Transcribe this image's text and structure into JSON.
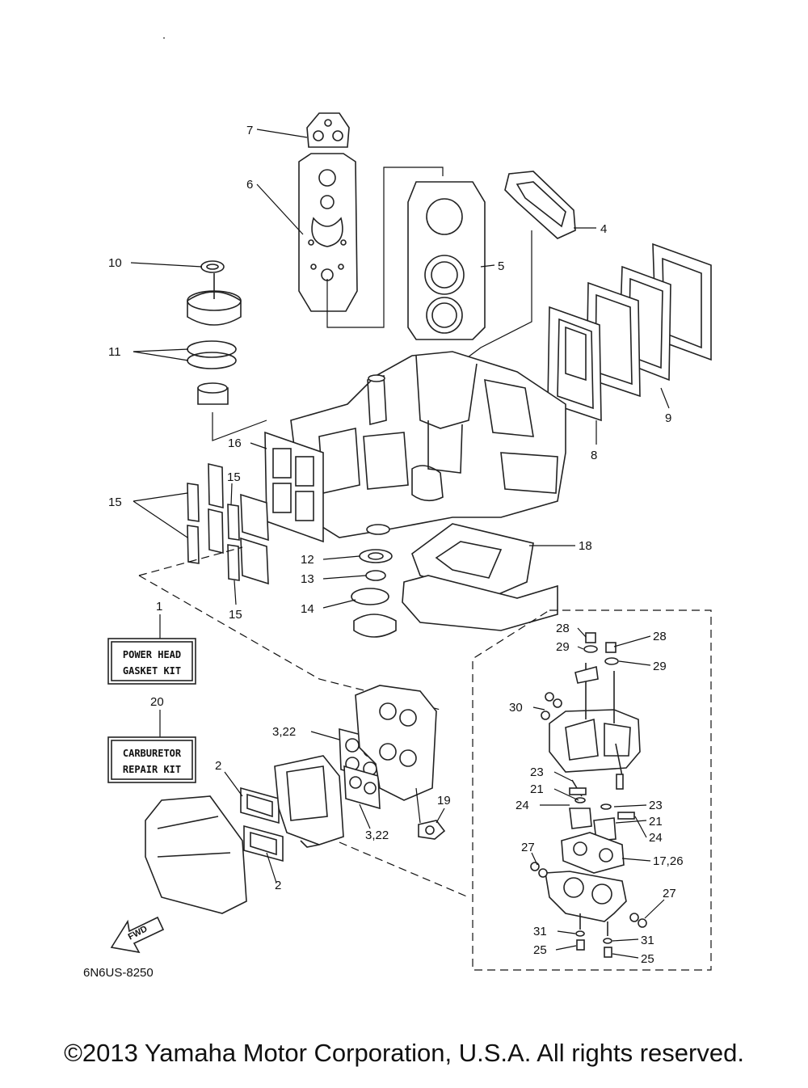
{
  "callouts": [
    {
      "id": "c7",
      "text": "7"
    },
    {
      "id": "c6",
      "text": "6"
    },
    {
      "id": "c4",
      "text": "4"
    },
    {
      "id": "c5",
      "text": "5"
    },
    {
      "id": "c10",
      "text": "10"
    },
    {
      "id": "c11",
      "text": "11"
    },
    {
      "id": "c9",
      "text": "9"
    },
    {
      "id": "c8",
      "text": "8"
    },
    {
      "id": "c16",
      "text": "16"
    },
    {
      "id": "c15a",
      "text": "15"
    },
    {
      "id": "c15b",
      "text": "15"
    },
    {
      "id": "c15c",
      "text": "15"
    },
    {
      "id": "c18",
      "text": "18"
    },
    {
      "id": "c12",
      "text": "12"
    },
    {
      "id": "c13",
      "text": "13"
    },
    {
      "id": "c14",
      "text": "14"
    },
    {
      "id": "c1",
      "text": "1"
    },
    {
      "id": "c20",
      "text": "20"
    },
    {
      "id": "c28a",
      "text": "28"
    },
    {
      "id": "c28b",
      "text": "28"
    },
    {
      "id": "c29a",
      "text": "29"
    },
    {
      "id": "c29b",
      "text": "29"
    },
    {
      "id": "c30",
      "text": "30"
    },
    {
      "id": "c322a",
      "text": "3,22"
    },
    {
      "id": "c322b",
      "text": "3,22"
    },
    {
      "id": "c2a",
      "text": "2"
    },
    {
      "id": "c2b",
      "text": "2"
    },
    {
      "id": "c19",
      "text": "19"
    },
    {
      "id": "c23a",
      "text": "23"
    },
    {
      "id": "c23b",
      "text": "23"
    },
    {
      "id": "c21a",
      "text": "21"
    },
    {
      "id": "c21b",
      "text": "21"
    },
    {
      "id": "c24a",
      "text": "24"
    },
    {
      "id": "c24b",
      "text": "24"
    },
    {
      "id": "c27a",
      "text": "27"
    },
    {
      "id": "c27b",
      "text": "27"
    },
    {
      "id": "c1726",
      "text": "17,26"
    },
    {
      "id": "c31a",
      "text": "31"
    },
    {
      "id": "c31b",
      "text": "31"
    },
    {
      "id": "c25a",
      "text": "25"
    },
    {
      "id": "c25b",
      "text": "25"
    }
  ],
  "kits": {
    "power_head_line1": "POWER HEAD",
    "power_head_line2": "GASKET KIT",
    "carburetor_line1": "CARBURETOR",
    "carburetor_line2": "REPAIR KIT"
  },
  "fwd_label": "FWD",
  "diagram_code": "6N6US-8250",
  "copyright": "©2013 Yamaha Motor Corporation, U.S.A. All rights reserved."
}
